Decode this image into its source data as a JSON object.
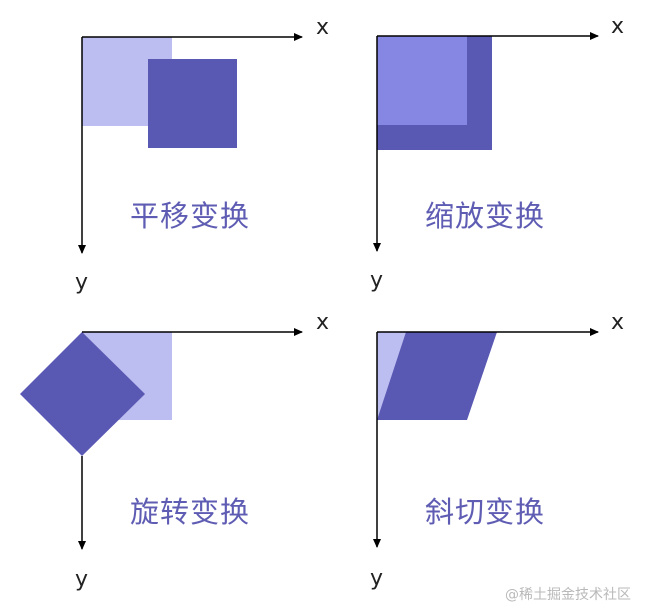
{
  "colors": {
    "original": "#bcbdf0",
    "transformed": "#5958b3",
    "scale_inner": "#8687e2",
    "axis": "#000000",
    "caption": "#5f5db3"
  },
  "panels": [
    {
      "id": "translate",
      "caption": "平移变换",
      "x_label": "x",
      "y_label": "y"
    },
    {
      "id": "scale",
      "caption": "缩放变换",
      "x_label": "x",
      "y_label": "y"
    },
    {
      "id": "rotate",
      "caption": "旋转变换",
      "x_label": "x",
      "y_label": "y"
    },
    {
      "id": "skew",
      "caption": "斜切变换",
      "x_label": "x",
      "y_label": "y"
    }
  ],
  "watermark": "@稀土掘金技术社区"
}
